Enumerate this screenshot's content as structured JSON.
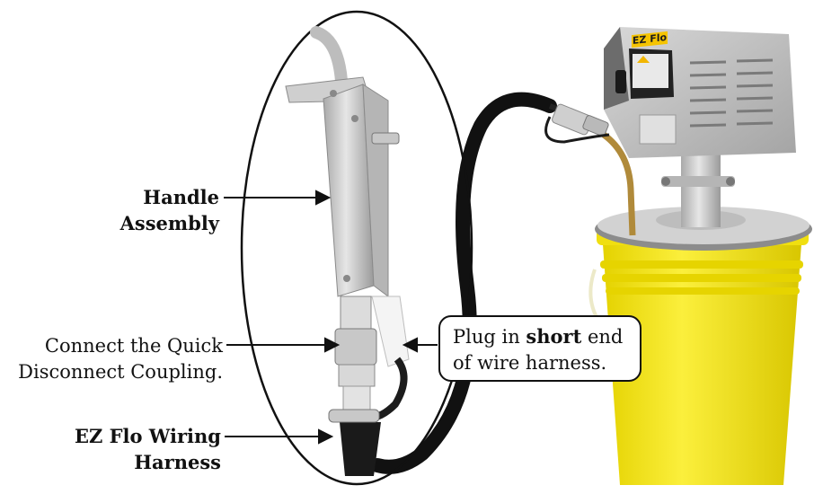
{
  "labels": {
    "handle": {
      "line1": "Handle",
      "line2": "Assembly"
    },
    "coupling": {
      "line1": "Connect the Quick",
      "line2": "Disconnect Coupling."
    },
    "harness": {
      "line1": "EZ Flo Wiring",
      "line2": "Harness"
    }
  },
  "callout": {
    "before": "Plug in ",
    "emphasis": "short",
    "after": " end",
    "line2": "of wire harness."
  },
  "device": {
    "brand": "EZ Flo"
  },
  "colors": {
    "bucket": "#f5e51e",
    "bucket_shadow": "#d9c800",
    "steel": "#c9c9c9",
    "steel_dark": "#8f8f8f",
    "hose": "#111111",
    "copper": "#b08a3a",
    "ink": "#111111"
  }
}
